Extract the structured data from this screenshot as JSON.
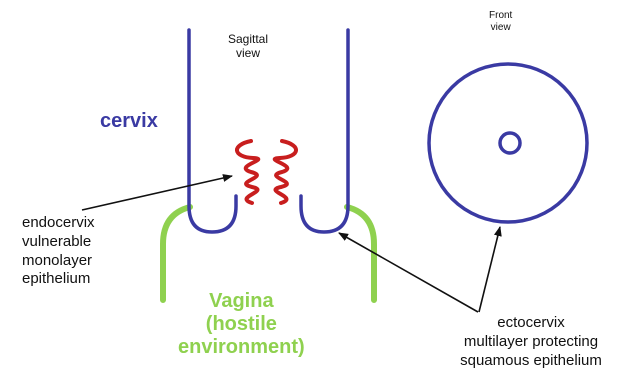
{
  "labels": {
    "sagittal": [
      "Sagittal",
      "view"
    ],
    "front": [
      "Front",
      "view"
    ],
    "cervix": "cervix",
    "endocervix": [
      "endocervix",
      "vulnerable",
      "monolayer",
      "epithelium"
    ],
    "vagina": [
      "Vagina",
      "(hostile",
      "environment)"
    ],
    "ectocervix": [
      "ectocervix",
      "multilayer protecting",
      "squamous epithelium"
    ]
  },
  "colors": {
    "cervix": "#3a3aa3",
    "vagina": "#8fd14f",
    "endocervix": "#c81e1e",
    "text": "#111111",
    "arrow": "#111111"
  }
}
